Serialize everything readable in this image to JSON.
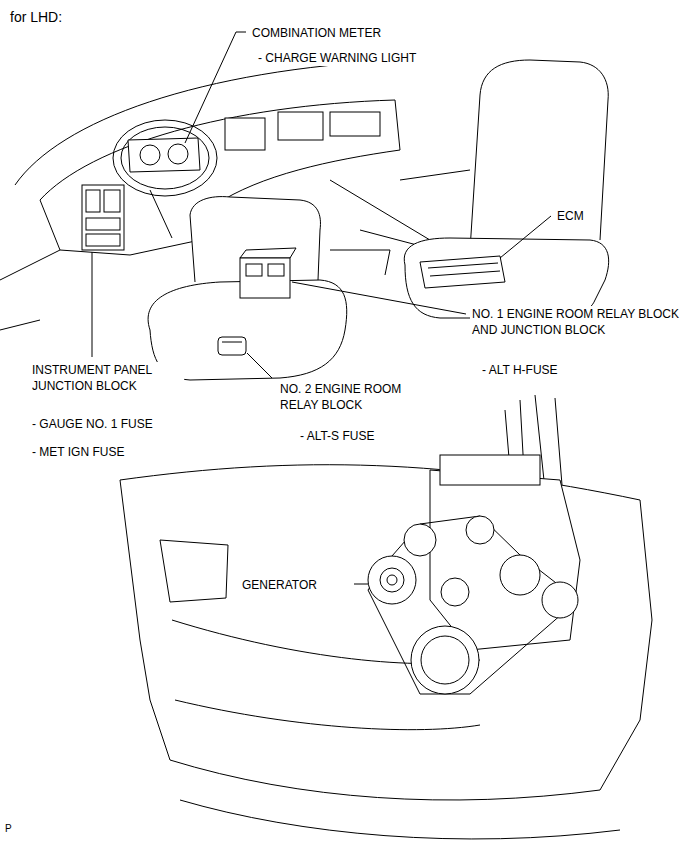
{
  "diagram": {
    "title": "for LHD:",
    "labels": [
      "COMBINATION METER",
      "- CHARGE WARNING LIGHT",
      "ECM",
      "NO. 1 ENGINE ROOM RELAY BLOCK AND JUNCTION BLOCK",
      "INSTRUMENT PANEL JUNCTION BLOCK",
      "- ALT H-FUSE",
      "NO. 2 ENGINE ROOM RELAY BLOCK",
      "- GAUGE NO. 1 FUSE",
      "- ALT-S FUSE",
      "- MET IGN FUSE",
      "GENERATOR",
      "P"
    ]
  }
}
